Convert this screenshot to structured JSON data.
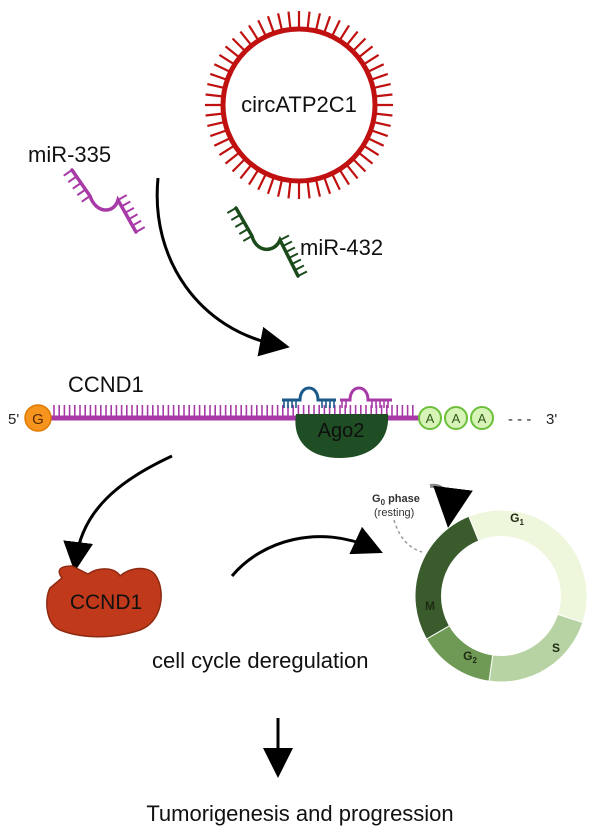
{
  "circrna": {
    "label": "circATP2C1",
    "color": "#c01010"
  },
  "mirna1": {
    "label": "miR-335",
    "color": "#a83aa8"
  },
  "mirna2": {
    "label": "miR-432",
    "color": "#1b4a1b"
  },
  "mrna": {
    "gene_label": "CCND1",
    "five_prime": "5'",
    "three_prime": "3'",
    "cap_letter": "G",
    "tail_letters": [
      "A",
      "A",
      "A"
    ],
    "tail_dashes": "- - -",
    "backbone_color": "#a83aa8"
  },
  "ago2": {
    "label": "Ago2",
    "color": "#1f4d24"
  },
  "protein": {
    "label": "CCND1",
    "color": "#c0391a"
  },
  "cell_cycle": {
    "g0_label_main": "G",
    "g0_label_sub": "0",
    "g0_label_suffix": " phase",
    "g0_resting": "(resting)",
    "phases": [
      {
        "main": "G",
        "sub": "1",
        "color": "#eef7dc"
      },
      {
        "main": "S",
        "sub": "",
        "color": "#b7d3a4"
      },
      {
        "main": "G",
        "sub": "2",
        "color": "#6f9a55"
      },
      {
        "main": "M",
        "sub": "",
        "color": "#3a5c2d"
      }
    ]
  },
  "deregulation_label": "cell cycle deregulation",
  "outcome_label": "Tumorigenesis and progression"
}
